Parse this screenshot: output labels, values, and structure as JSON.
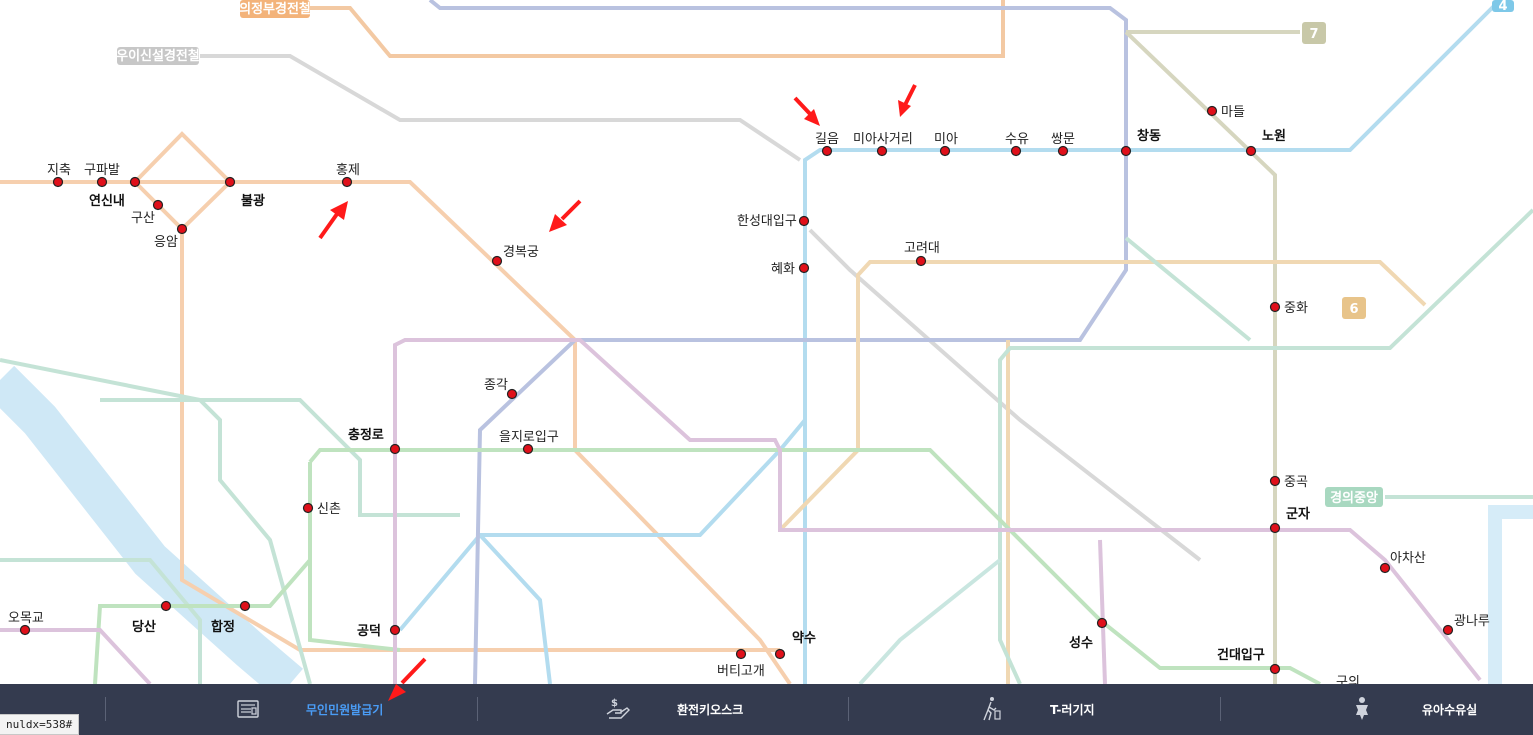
{
  "lines": {
    "uijeongbu": {
      "label": "의정부경전철",
      "color": "#f3b37a"
    },
    "ui_sinseol": {
      "label": "우이신설경전철",
      "color": "#c7c7c7"
    },
    "line7": {
      "label": "7",
      "color": "#c8c8a8"
    },
    "line4": {
      "label": "4",
      "color": "#7ec8e8"
    },
    "line6": {
      "label": "6",
      "color": "#e8c48a"
    },
    "gyeongui": {
      "label": "경의중앙",
      "color": "#a8d8c0"
    }
  },
  "stations": {
    "jichuk": "지축",
    "gupabal": "구파발",
    "yeonsinnae": "연신내",
    "gusan": "구산",
    "eungam": "응암",
    "bulgwang": "불광",
    "hongje": "홍제",
    "gyeongbokgung": "경복궁",
    "jonggak": "종각",
    "chungjeongno": "충정로",
    "euljiro1": "을지로입구",
    "sinchon": "신촌",
    "dangsan": "당산",
    "hapjeong": "합정",
    "gongdeok": "공덕",
    "beotigogae": "버티고개",
    "yaksu": "약수",
    "omokgyo": "오목교",
    "gireum": "길음",
    "miasageori": "미아사거리",
    "mia": "미아",
    "suyu": "수유",
    "ssangmun": "쌍문",
    "changdong": "창동",
    "madeul": "마들",
    "nowon": "노원",
    "hansung": "한성대입구",
    "hyehwa": "혜화",
    "korea_univ": "고려대",
    "junghwa": "중화",
    "junggok": "중곡",
    "gunja": "군자",
    "achasan": "아차산",
    "gwangnaru": "광나루",
    "seongsu": "성수",
    "konkuk": "건대입구",
    "guui": "구의"
  },
  "bottom_nav": {
    "items": [
      {
        "label": "무인민원발급기",
        "icon": "kiosk-icon",
        "active": true
      },
      {
        "label": "환전키오스크",
        "icon": "currency-exchange-icon",
        "active": false
      },
      {
        "label": "T-러기지",
        "icon": "luggage-traveler-icon",
        "active": false
      },
      {
        "label": "유아수유실",
        "icon": "baby-nursing-icon",
        "active": false
      }
    ]
  },
  "status_bar": {
    "text": "nuldx=538#"
  },
  "colors": {
    "bottom_bar": "#343b4f",
    "active_nav": "#4a9cf5",
    "station_dot": "#e0101a",
    "arrow": "#ff1a1a"
  }
}
